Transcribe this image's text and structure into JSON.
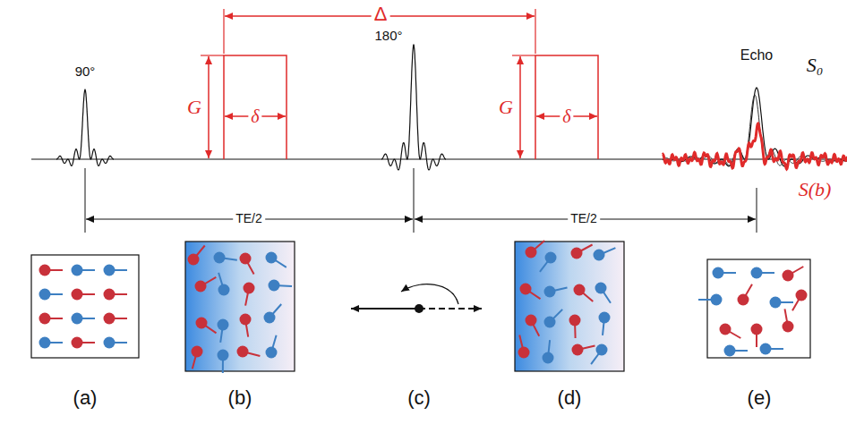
{
  "diagram": {
    "labels": [
      "Δ",
      "G",
      "δ",
      "G",
      "δ",
      "90°",
      "180°",
      "Echo",
      "S₀",
      "S(b)",
      "TE/2",
      "TE/2",
      "(a)",
      "(b)",
      "(c)",
      "(d)",
      "(e)"
    ]
  }
}
